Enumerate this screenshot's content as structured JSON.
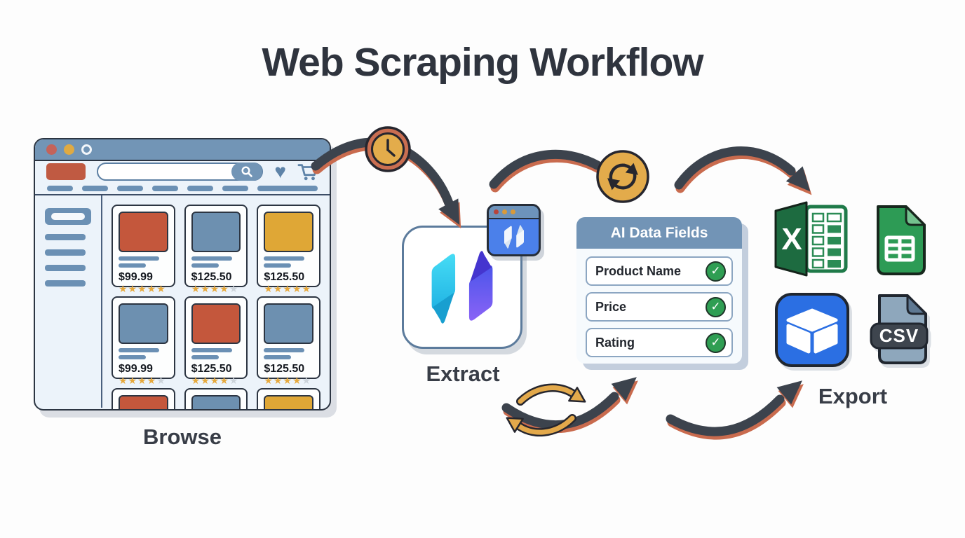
{
  "title": "Web Scraping Workflow",
  "labels": {
    "browse": "Browse",
    "extract": "Extract",
    "export": "Export"
  },
  "browser": {
    "products": [
      {
        "price": "$99.99",
        "image_color": "#c4573c",
        "stars": "★★★★★",
        "stars_light": ""
      },
      {
        "price": "$125.50",
        "image_color": "#6d90b0",
        "stars": "★★★★",
        "stars_light": "★"
      },
      {
        "price": "$125.50",
        "image_color": "#dfa736",
        "stars": "★★★★★",
        "stars_light": ""
      },
      {
        "price": "$99.99",
        "image_color": "#6d90b0",
        "stars": "★★★★",
        "stars_light": "★"
      },
      {
        "price": "$125.50",
        "image_color": "#c4573c",
        "stars": "★★★★",
        "stars_light": "★"
      },
      {
        "price": "$125.50",
        "image_color": "#6d90b0",
        "stars": "★★★★",
        "stars_light": "★"
      }
    ],
    "partial_row_colors": [
      "#c4573c",
      "#6d90b0",
      "#dfa736"
    ]
  },
  "ai_panel": {
    "title": "AI Data Fields",
    "fields": [
      {
        "name": "Product Name",
        "checked": "✓"
      },
      {
        "name": "Price",
        "checked": "✓"
      },
      {
        "name": "Rating",
        "checked": "✓"
      }
    ]
  },
  "export": {
    "excel_letter": "X",
    "csv_label": "CSV"
  },
  "palette": {
    "arrow_dark": "#3c434d",
    "arrow_shadow": "#c96b4e",
    "gold_badge": "#e3ab4b",
    "steel_blue": "#7295b6",
    "check_green": "#2f9e53",
    "excel_green": "#1d6b40",
    "sheets_green": "#2d9b55",
    "airtable_blue": "#2b6fe3",
    "csv_gray_blue": "#8ea7bc"
  }
}
